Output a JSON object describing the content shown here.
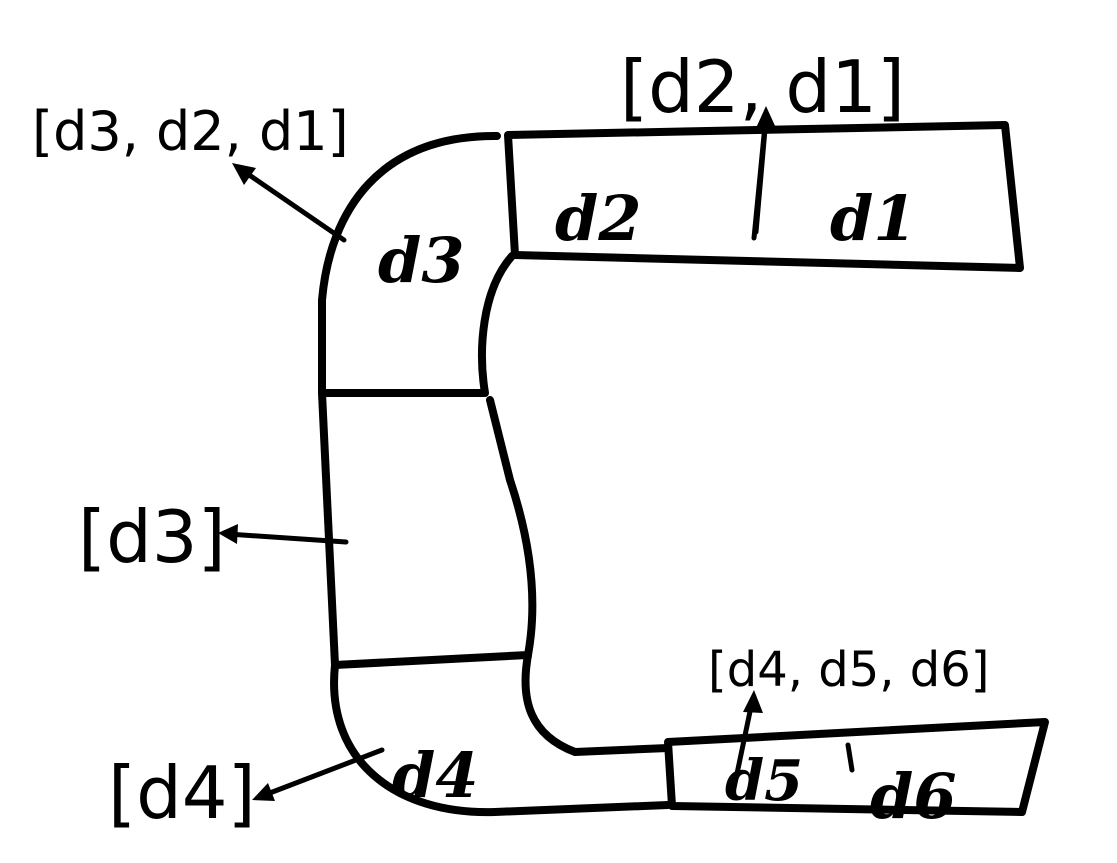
{
  "labels": {
    "top_right_pair": "[d2, d1]",
    "top_left_stack": "[d3, d2, d1]",
    "middle_left": "[d3]",
    "bottom_left": "[d4]",
    "bottom_right_stack": "[d4, d5, d6]"
  },
  "segments": {
    "d1": "d1",
    "d2": "d2",
    "d3": "d3",
    "d4": "d4",
    "d5": "d5",
    "d6": "d6"
  },
  "colors": {
    "ink": "#000000",
    "background": "#ffffff"
  }
}
